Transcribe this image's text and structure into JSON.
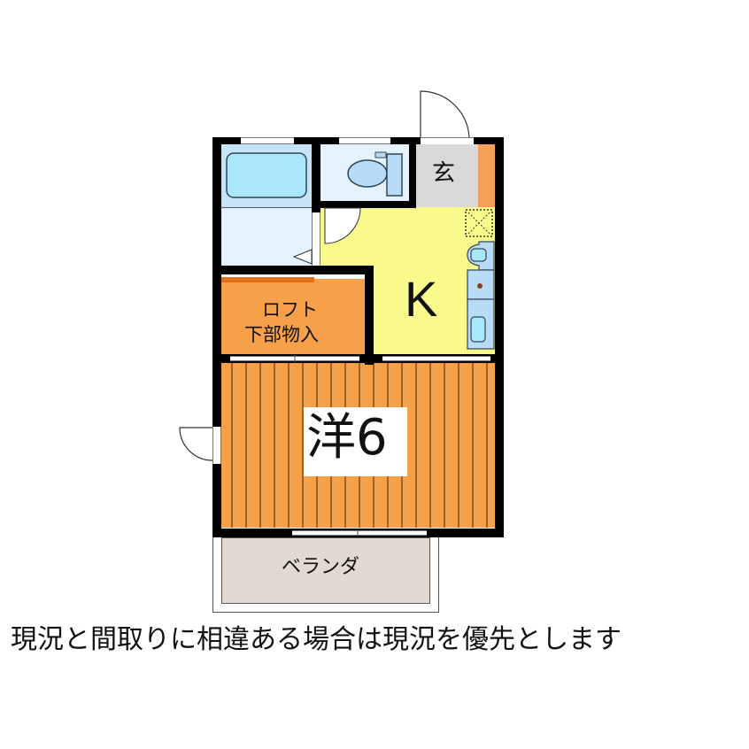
{
  "floorplan": {
    "rooms": {
      "entrance": {
        "label": "玄",
        "color": "#d9d9d9"
      },
      "kitchen": {
        "label": "K",
        "color": "#fafa8c"
      },
      "loft_storage": {
        "label_line1": "ロフト",
        "label_line2": "下部物入",
        "color": "#f7a04a"
      },
      "western_room": {
        "label": "洋6",
        "color": "#f7a04a"
      },
      "veranda": {
        "label": "ベランダ",
        "color": "#e2d9d0"
      },
      "bath": {
        "color": "#c6e3f7"
      },
      "washroom": {
        "color": "#e3f2fc"
      },
      "toilet": {
        "color": "#e3f2fc"
      }
    },
    "colors": {
      "wall": "#000000",
      "fixture_blue": "#a8e8fa",
      "shoe_closet": "#f2a05a",
      "loft_edge": "#e07020"
    }
  },
  "footer": {
    "notice": "現況と間取りに相違ある場合は現況を優先とします"
  }
}
